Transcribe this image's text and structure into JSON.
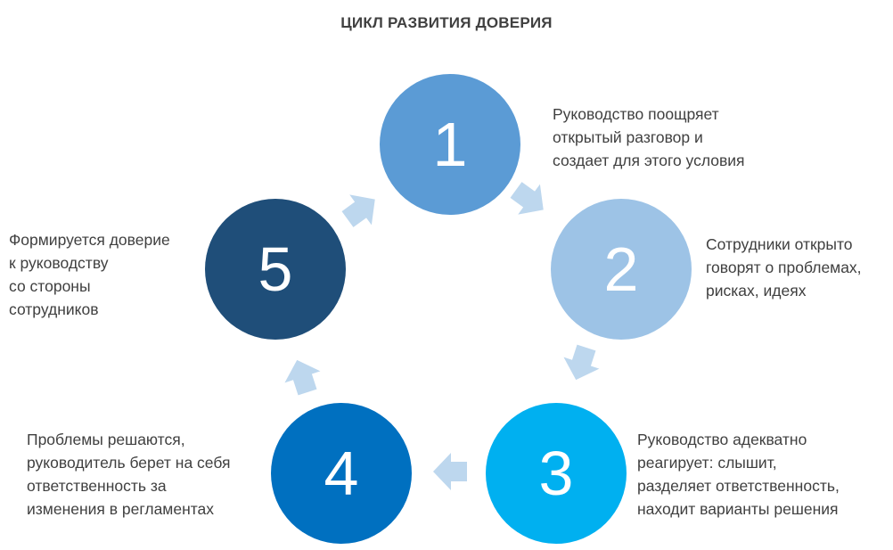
{
  "title": "ЦИКЛ РАЗВИТИЯ ДОВЕРИЯ",
  "colors": {
    "step1": "#5b9bd5",
    "step2": "#9dc3e6",
    "step3": "#00b0f0",
    "step4": "#0070c0",
    "step5": "#1f4e79",
    "arrow": "#bdd7ee"
  },
  "steps": [
    {
      "number": "1",
      "text": "Руководство поощряет\nоткрытый разговор и\nсоздает для этого условия"
    },
    {
      "number": "2",
      "text": "Сотрудники открыто\nговорят о проблемах,\nрисках, идеях"
    },
    {
      "number": "3",
      "text": "Руководство адекватно\nреагирует: слышит,\nразделяет ответственность,\nнаходит варианты решения"
    },
    {
      "number": "4",
      "text": "Проблемы решаются,\nруководитель берет на себя\nответственность за\nизменения в регламентах"
    },
    {
      "number": "5",
      "text": "Формируется доверие\nк руководству\nсо стороны\nсотрудников"
    }
  ]
}
